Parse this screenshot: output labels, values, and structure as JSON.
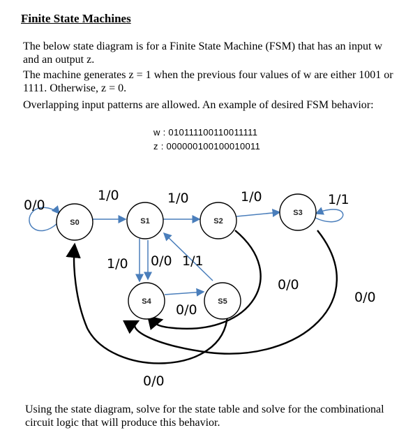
{
  "title": "Finite State Machines",
  "intro": {
    "line1": "The below state diagram is for a Finite State Machine (FSM) that has an input w and an output z.",
    "line2": "The machine generates z = 1 when the previous four values of w are either 1001 or 1111. Otherwise, z = 0.",
    "line3": "Overlapping input patterns are allowed. An example of desired FSM behavior:"
  },
  "example": {
    "w": "w : 010111100110011111",
    "z": "z : 000000100100010011"
  },
  "states": [
    "S0",
    "S1",
    "S2",
    "S3",
    "S4",
    "S5"
  ],
  "edge_labels": {
    "s0_self": "0/0",
    "s0_s1": "1/0",
    "s1_s2": "1/0",
    "s2_s3": "1/0",
    "s3_self": "1/1",
    "s1_s4_left": "1/0",
    "s1_s4_right": "0/0",
    "s5_s1": "1/1",
    "s4_s5": "0/0",
    "s2_s4": "0/0",
    "s3_s4": "0/0",
    "s5_s0": "0/0"
  },
  "outro": "Using the state diagram, solve for the state table and solve for the combinational circuit logic that will produce this behavior."
}
